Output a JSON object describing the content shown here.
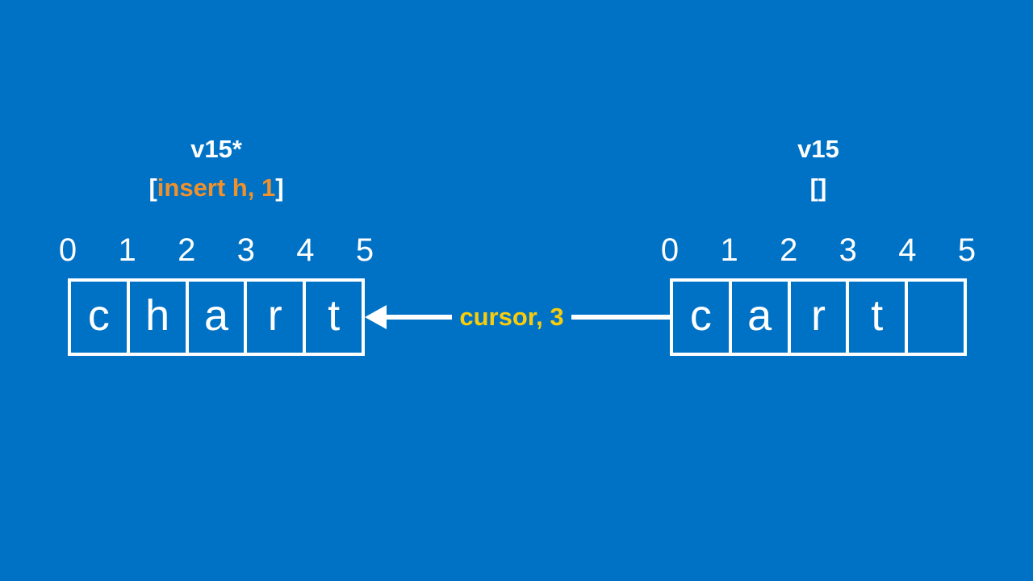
{
  "slide": {
    "background_color": "#0072C6",
    "colors": {
      "text_white": "#ffffff",
      "operation_orange": "#F0912C",
      "cursor_yellow": "#F9CD0A",
      "box_border": "#ffffff"
    }
  },
  "left_array": {
    "title": "v15*",
    "operation": {
      "open": "[",
      "content": "insert h, 1",
      "close": "]"
    },
    "indices": [
      "0",
      "1",
      "2",
      "3",
      "4",
      "5"
    ],
    "cells": [
      "c",
      "h",
      "a",
      "r",
      "t"
    ]
  },
  "right_array": {
    "title": "v15",
    "operation": {
      "open": "[",
      "content": "",
      "close": "]"
    },
    "indices": [
      "0",
      "1",
      "2",
      "3",
      "4",
      "5"
    ],
    "cells": [
      "c",
      "a",
      "r",
      "t",
      ""
    ]
  },
  "arrow": {
    "label": "cursor, 3",
    "direction": "left"
  }
}
